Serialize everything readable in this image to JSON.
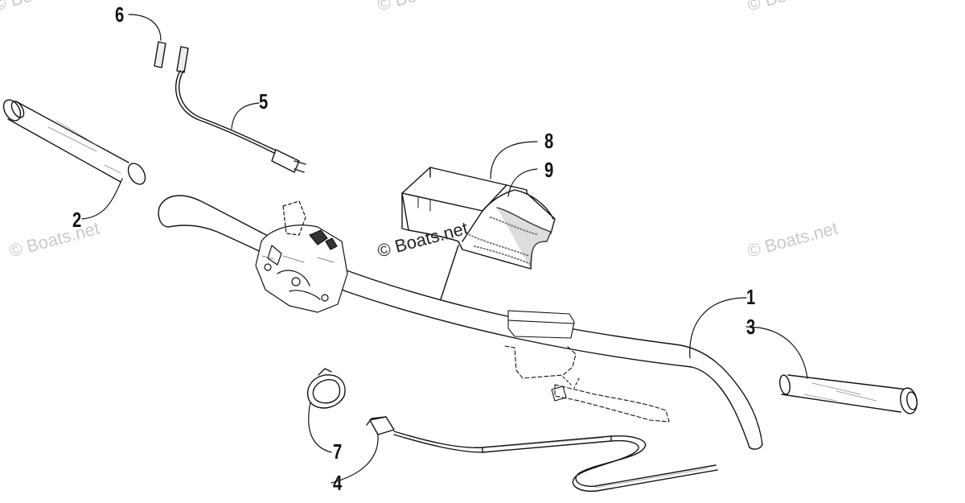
{
  "diagram": {
    "callouts": {
      "p1": "1",
      "p2": "2",
      "p3": "3",
      "p4": "4",
      "p5": "5",
      "p6": "6",
      "p7": "7",
      "p8": "8",
      "p9": "9"
    },
    "watermark": "© Boats.net"
  },
  "colors": {
    "ink": "#111111",
    "watermark": "#c9c9c9"
  }
}
